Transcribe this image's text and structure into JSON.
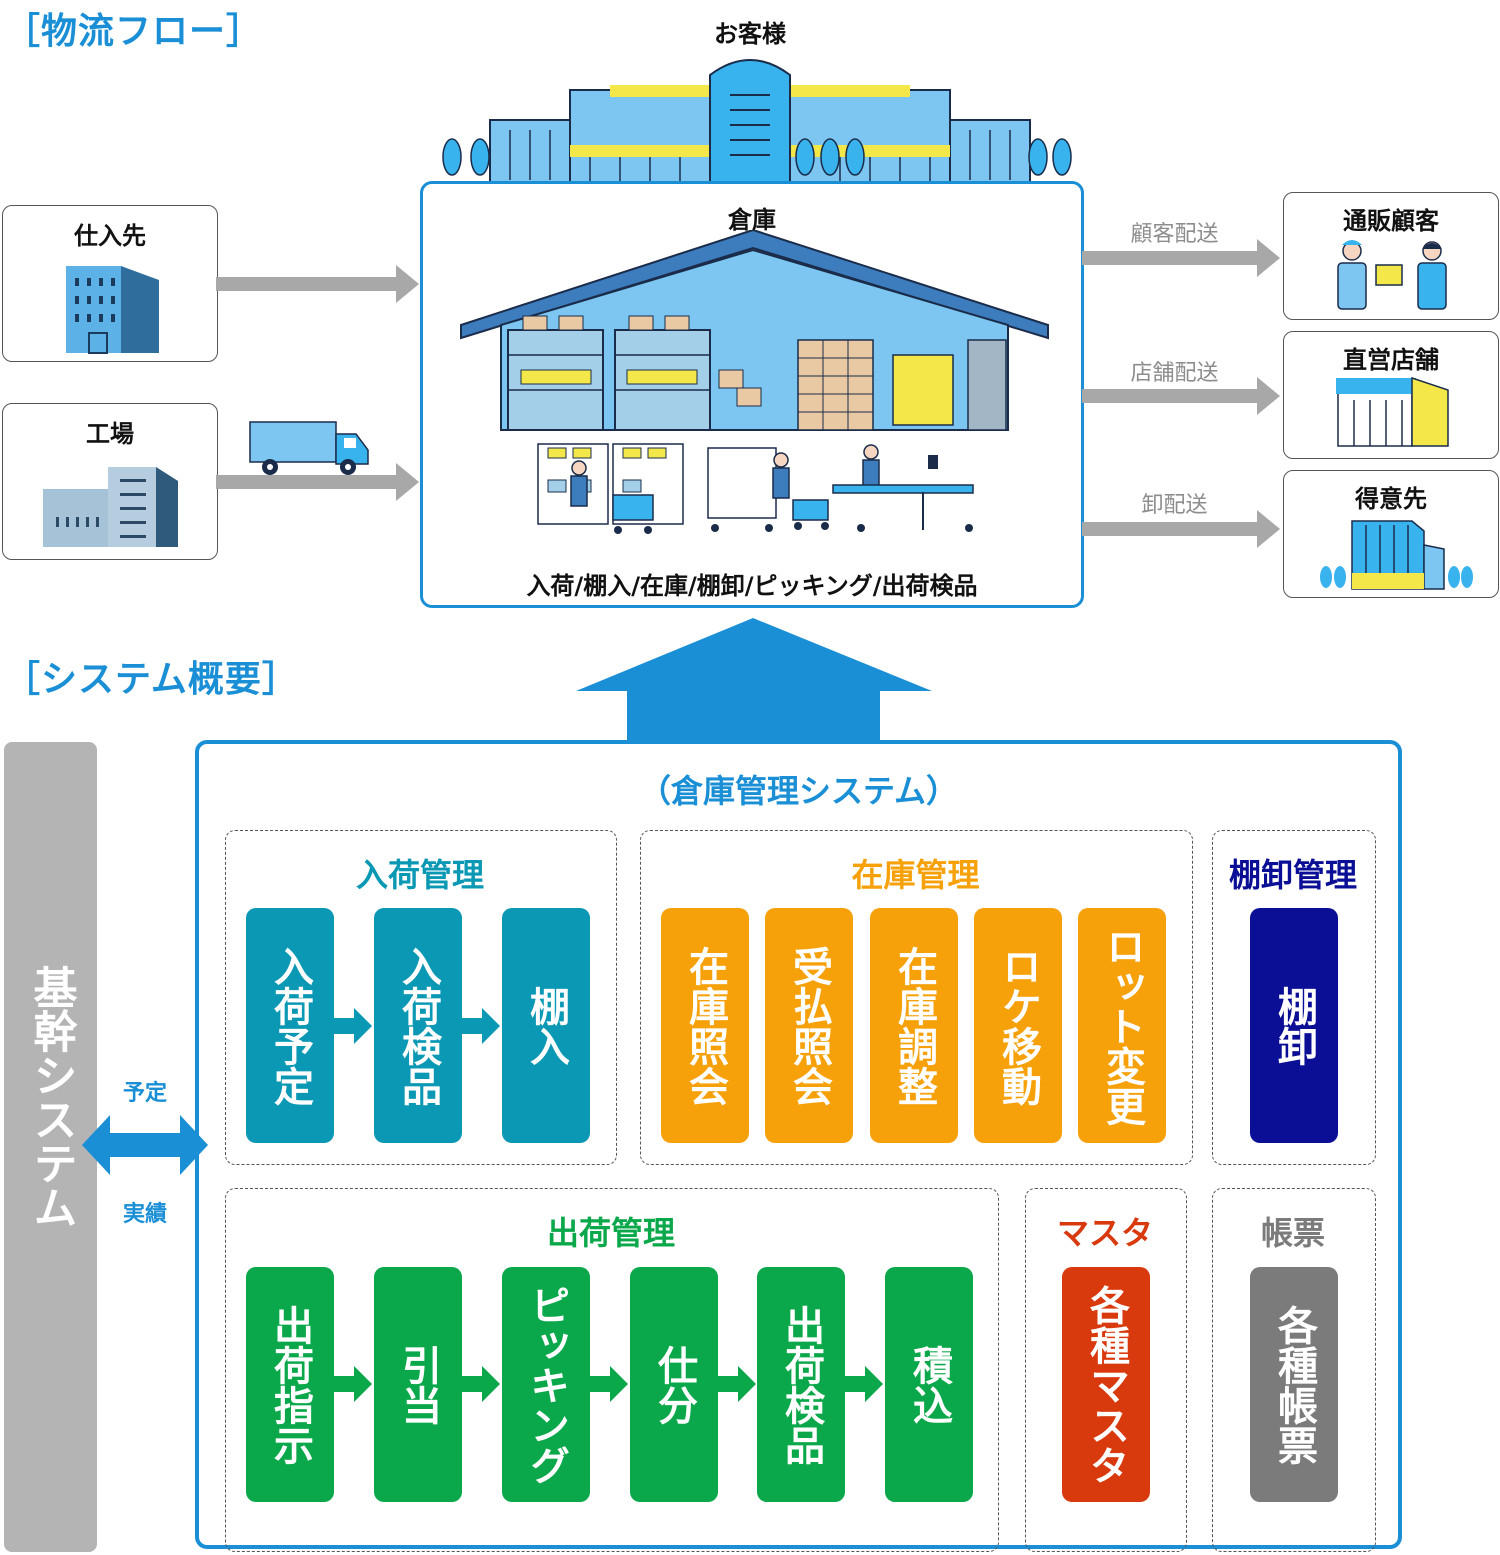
{
  "logistics_flow": {
    "section_title": "［物流フロー］",
    "customer_label": "お客様",
    "suppliers": [
      {
        "label": "仕入先",
        "icon": "office-building-icon"
      },
      {
        "label": "工場",
        "icon": "factory-icon"
      }
    ],
    "truck_icon": "delivery-truck-icon",
    "warehouse": {
      "title": "倉庫",
      "operations": "入荷/棚入/在庫/棚卸/ピッキング/出荷検品",
      "illustration": "warehouse-illustration"
    },
    "deliveries": [
      {
        "arrow_label": "顧客配送",
        "dest_label": "通販顧客",
        "icon": "customers-handover-icon"
      },
      {
        "arrow_label": "店舗配送",
        "dest_label": "直営店舗",
        "icon": "store-icon"
      },
      {
        "arrow_label": "卸配送",
        "dest_label": "得意先",
        "icon": "client-building-icon"
      }
    ]
  },
  "system_overview": {
    "section_title": "［システム概要］",
    "core_system": "基幹システム",
    "exchange_labels": {
      "plan": "予定",
      "actual": "実績"
    },
    "wms_title": "（倉庫管理システム）",
    "groups": {
      "receiving": {
        "title": "入荷管理",
        "items": [
          "入荷予定",
          "入荷検品",
          "棚入"
        ]
      },
      "inventory": {
        "title": "在庫管理",
        "items": [
          "在庫照会",
          "受払照会",
          "在庫調整",
          "ロケ移動",
          "ロット変更"
        ]
      },
      "stocktaking": {
        "title": "棚卸管理",
        "items": [
          "棚卸"
        ]
      },
      "shipping": {
        "title": "出荷管理",
        "items": [
          "出荷指示",
          "引当",
          "ピッキング",
          "仕分",
          "出荷検品",
          "積込"
        ]
      },
      "master": {
        "title": "マスタ",
        "items": [
          "各種マスタ"
        ]
      },
      "forms": {
        "title": "帳票",
        "items": [
          "各種帳票"
        ]
      }
    }
  },
  "colors": {
    "accent_blue": "#1a8fd6",
    "receiving": "#0a98b4",
    "inventory": "#f7a10a",
    "stocktaking": "#0b0f96",
    "shipping": "#0aa84a",
    "master": "#d83a0e",
    "forms": "#7b7b7b",
    "core_gray": "#b4b4b4",
    "arrow_gray": "#a8a8a8"
  }
}
